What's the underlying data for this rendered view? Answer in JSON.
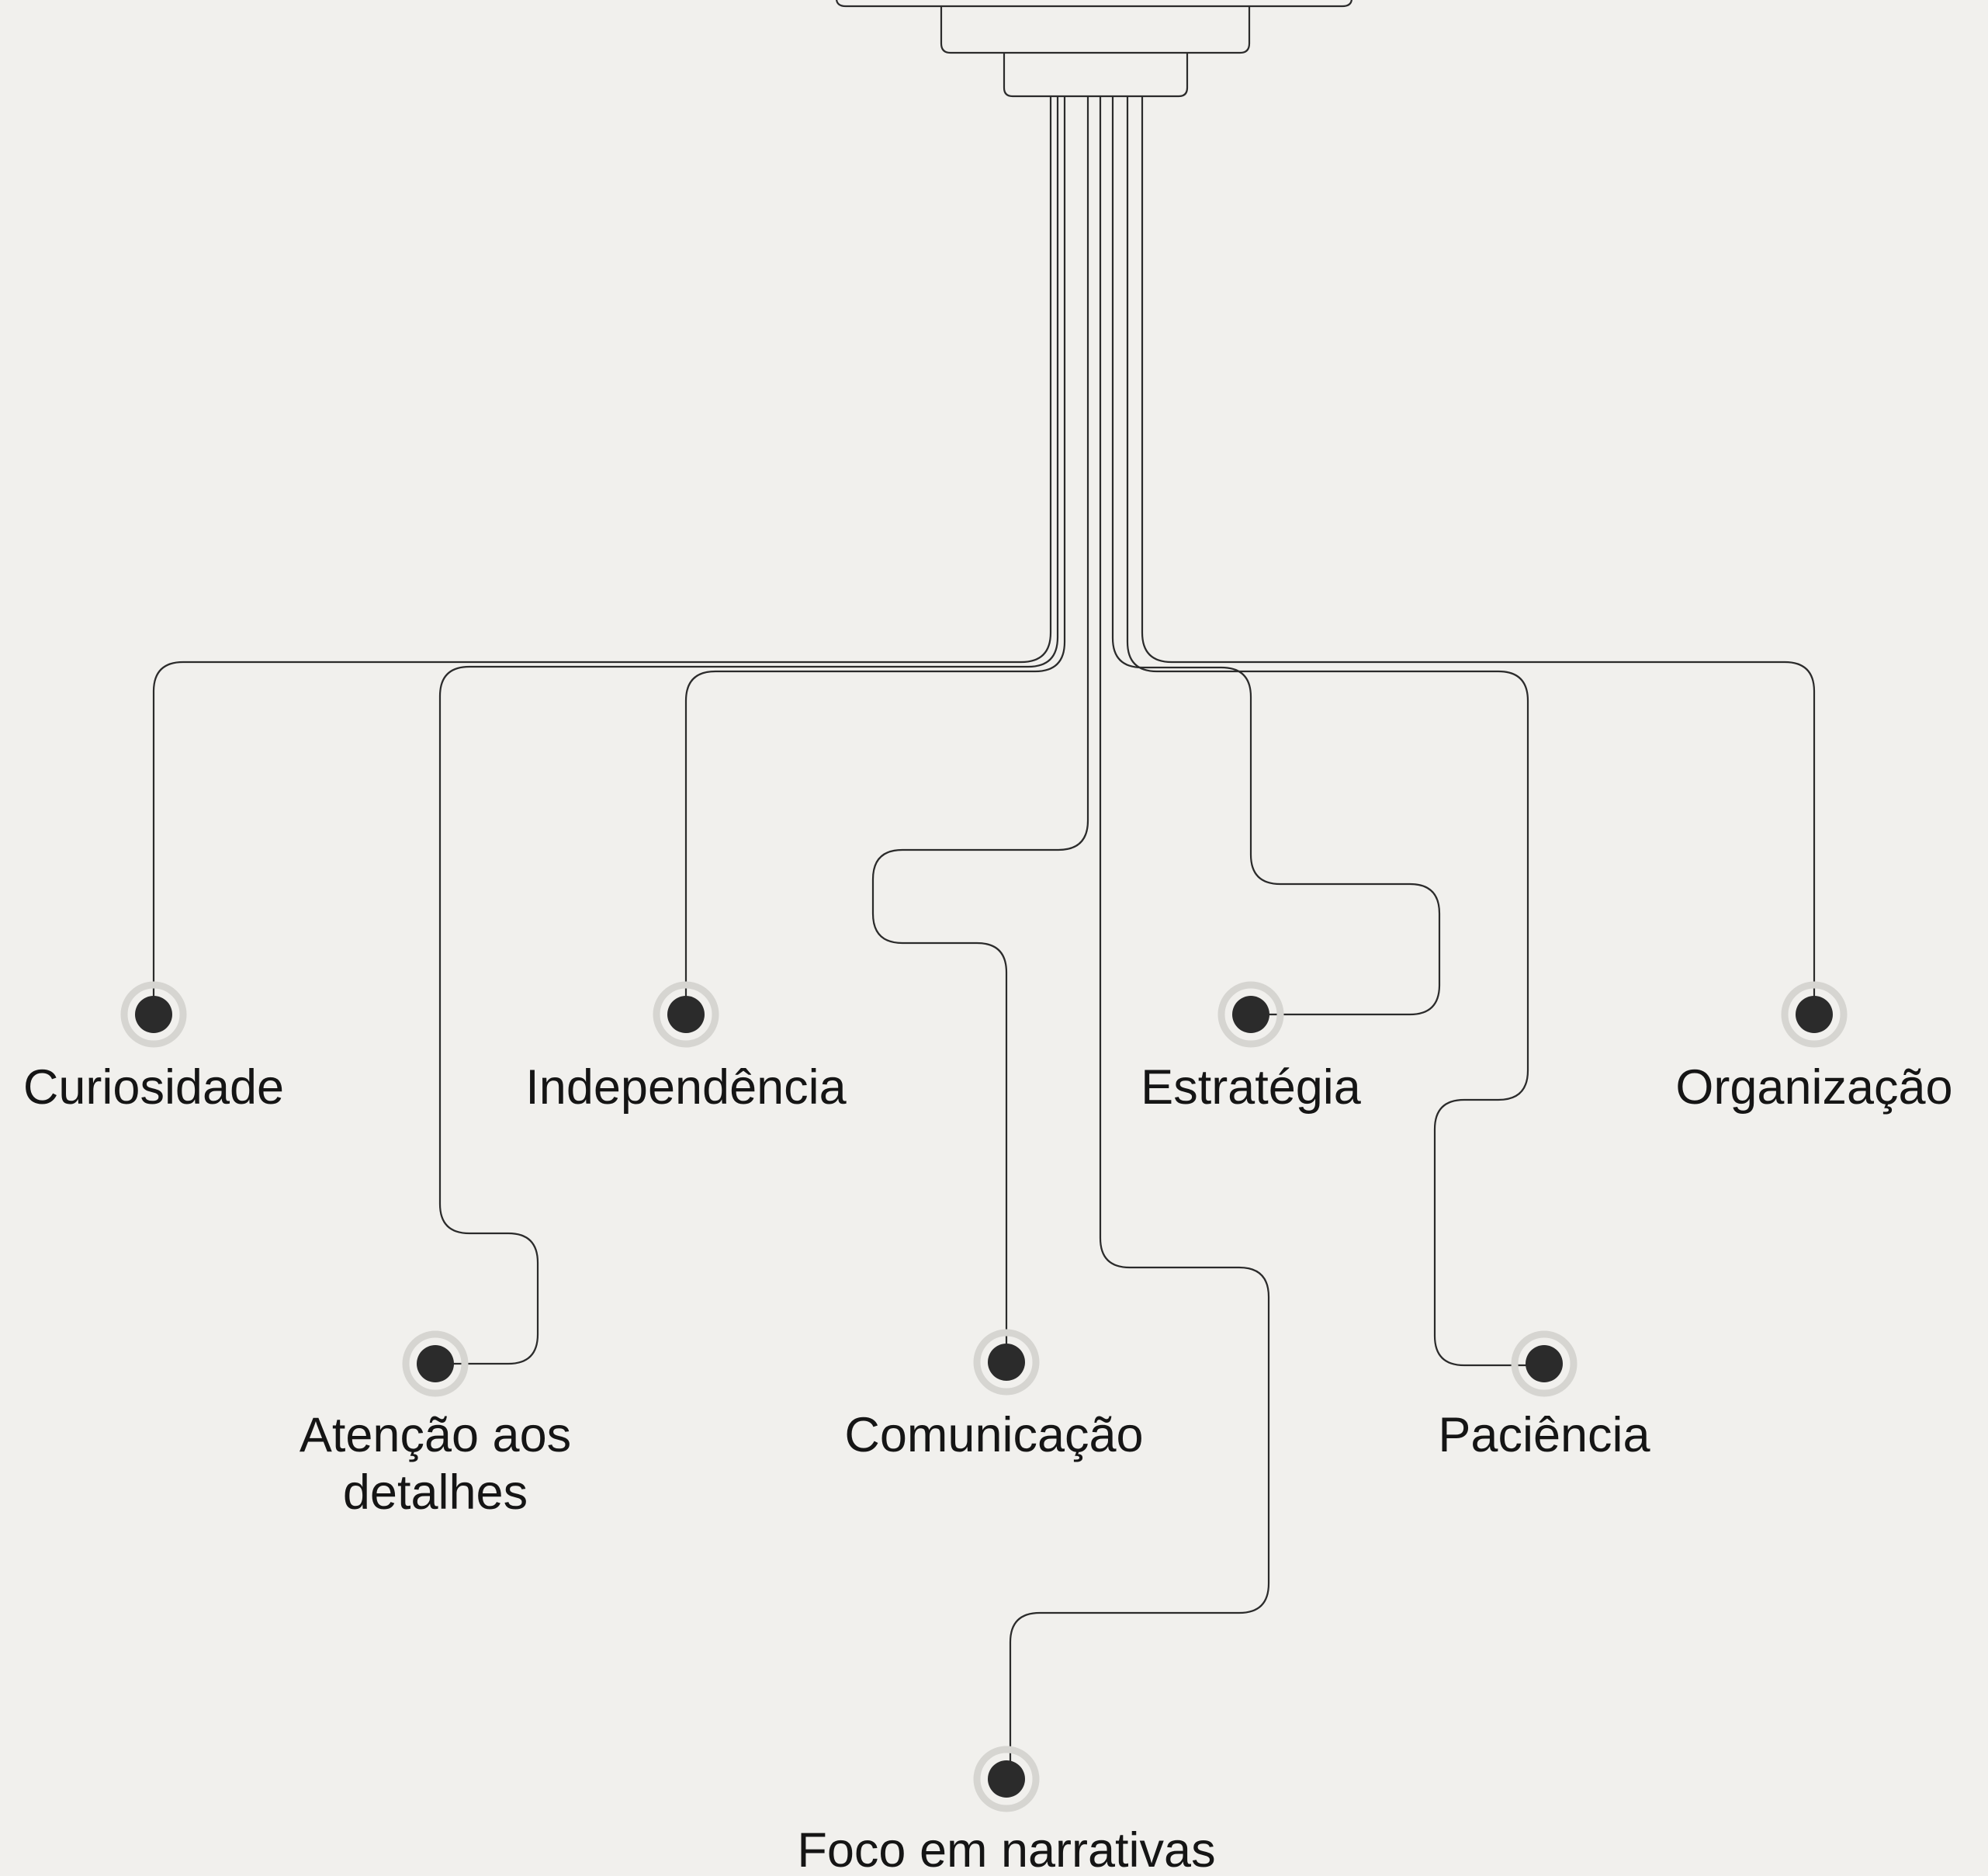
{
  "nodes": [
    {
      "id": "curiosidade",
      "label": "Curiosidade"
    },
    {
      "id": "independencia",
      "label": "Independência"
    },
    {
      "id": "estrategia",
      "label": "Estratégia"
    },
    {
      "id": "organizacao",
      "label": "Organização"
    },
    {
      "id": "atencao",
      "label": "Atenção aos",
      "label2": "detalhes"
    },
    {
      "id": "comunicacao",
      "label": "Comunicação"
    },
    {
      "id": "paciencia",
      "label": "Paciência"
    },
    {
      "id": "foco",
      "label": "Foco em narrativas"
    }
  ]
}
